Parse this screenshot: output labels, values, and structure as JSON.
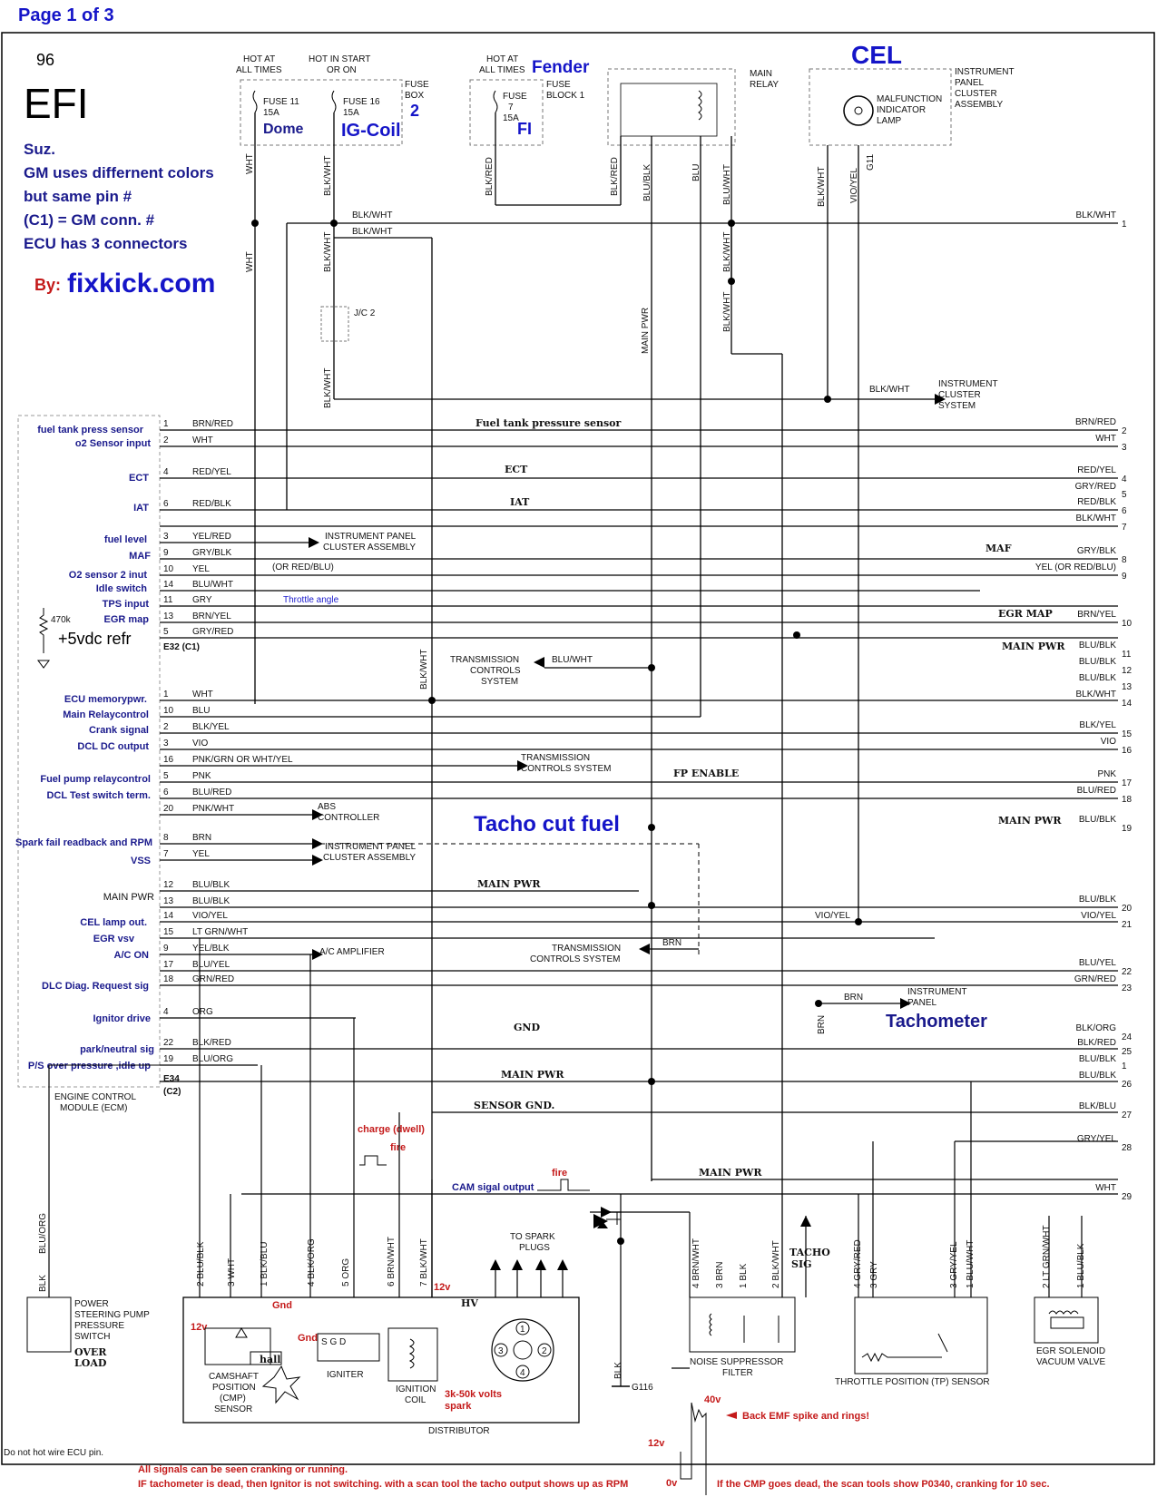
{
  "page_label": "Page 1 of 3",
  "header": {
    "year": "96",
    "title": "EFI",
    "notes": [
      "Suz.",
      "GM uses differnent colors",
      "but same pin #",
      "(C1) = GM conn. #",
      "ECU has 3 connectors"
    ],
    "byline": "By:",
    "site": "fixkick.com"
  },
  "top": {
    "hot_all": "HOT AT\nALL TIMES",
    "hot_start": "HOT IN START\nOR ON",
    "fuse11": "FUSE 11\n15A",
    "fuse16": "FUSE 16\n15A",
    "dome": "Dome",
    "igcoil": "IG-Coil",
    "fusebox": "FUSE\nBOX",
    "fusebox_num": "2",
    "hot_all2": "HOT AT\nALL TIMES",
    "fender": "Fender",
    "fuse7": "FUSE\n7\n15A",
    "fuseblock": "FUSE\nBLOCK 1",
    "fi": "FI",
    "main_relay": "MAIN\nRELAY",
    "cel": "CEL",
    "ipc_assembly": "INSTRUMENT\nPANEL\nCLUSTER\nASSEMBLY",
    "mil": "MALFUNCTION\nINDICATOR\nLAMP"
  },
  "ecm_labels": [
    "fuel tank press sensor",
    "o2 Sensor input",
    "ECT",
    "IAT",
    "fuel level",
    "MAF",
    "O2 sensor 2 inut",
    "Idle switch",
    "TPS input",
    "EGR map",
    "ECU memorypwr.",
    "Main Relaycontrol",
    "Crank signal",
    "DCL  DC output",
    "Fuel pump relaycontrol",
    "DCL Test switch term.",
    "Spark fail readback and RPM",
    "VSS",
    "MAIN PWR",
    "CEL lamp out.",
    "EGR vsv",
    "A/C ON",
    "DLC Diag. Request sig",
    "Ignitor drive",
    "park/neutral sig",
    "P/S over pressure ,idle up"
  ],
  "ecm_misc": {
    "r470k": "470k",
    "vref": "+5vdc refr",
    "c1": "E32  (C1)",
    "c2": "E34\n(C2)",
    "ecm": "ENGINE CONTROL\nMODULE (ECM)"
  },
  "pins": [
    {
      "pin": "1",
      "wire": "BRN/RED"
    },
    {
      "pin": "2",
      "wire": "WHT"
    },
    {
      "pin": "4",
      "wire": "RED/YEL"
    },
    {
      "pin": "6",
      "wire": "RED/BLK"
    },
    {
      "pin": "3",
      "wire": "YEL/RED"
    },
    {
      "pin": "9",
      "wire": "GRY/BLK"
    },
    {
      "pin": "10",
      "wire": "YEL"
    },
    {
      "pin": "14",
      "wire": "BLU/WHT"
    },
    {
      "pin": "11",
      "wire": "GRY"
    },
    {
      "pin": "13",
      "wire": "BRN/YEL"
    },
    {
      "pin": "5",
      "wire": "GRY/RED"
    },
    {
      "pin": "1",
      "wire": "WHT"
    },
    {
      "pin": "10",
      "wire": "BLU"
    },
    {
      "pin": "2",
      "wire": "BLK/YEL"
    },
    {
      "pin": "3",
      "wire": "VIO"
    },
    {
      "pin": "16",
      "wire": "PNK/GRN OR WHT/YEL"
    },
    {
      "pin": "5",
      "wire": "PNK"
    },
    {
      "pin": "6",
      "wire": "BLU/RED"
    },
    {
      "pin": "20",
      "wire": "PNK/WHT"
    },
    {
      "pin": "8",
      "wire": "BRN"
    },
    {
      "pin": "7",
      "wire": "YEL"
    },
    {
      "pin": "12",
      "wire": "BLU/BLK"
    },
    {
      "pin": "13",
      "wire": "BLU/BLK"
    },
    {
      "pin": "14",
      "wire": "VIO/YEL"
    },
    {
      "pin": "15",
      "wire": "LT GRN/WHT"
    },
    {
      "pin": "9",
      "wire": "YEL/BLK"
    },
    {
      "pin": "17",
      "wire": "BLU/YEL"
    },
    {
      "pin": "18",
      "wire": "GRN/RED"
    },
    {
      "pin": "4",
      "wire": "ORG"
    },
    {
      "pin": "22",
      "wire": "BLK/RED"
    },
    {
      "pin": "19",
      "wire": "BLU/ORG"
    }
  ],
  "right_wires": [
    {
      "wire": "BLK/WHT",
      "n": "1"
    },
    {
      "wire": "BRN/RED",
      "n": "2"
    },
    {
      "wire": "WHT",
      "n": "3"
    },
    {
      "wire": "RED/YEL",
      "n": "4"
    },
    {
      "wire": "GRY/RED",
      "n": "5"
    },
    {
      "wire": "RED/BLK",
      "n": "6"
    },
    {
      "wire": "BLK/WHT",
      "n": "7"
    },
    {
      "wire": "GRY/BLK",
      "n": "8"
    },
    {
      "wire": "YEL (OR RED/BLU)",
      "n": "9"
    },
    {
      "wire": "BRN/YEL",
      "n": "10"
    },
    {
      "wire": "BLU/BLK",
      "n": "11"
    },
    {
      "wire": "BLU/BLK",
      "n": "12"
    },
    {
      "wire": "BLU/BLK",
      "n": "13"
    },
    {
      "wire": "BLK/WHT",
      "n": "14"
    },
    {
      "wire": "BLK/YEL",
      "n": "15"
    },
    {
      "wire": "VIO",
      "n": "16"
    },
    {
      "wire": "PNK",
      "n": "17"
    },
    {
      "wire": "BLU/RED",
      "n": "18"
    },
    {
      "wire": "BLU/BLK",
      "n": "19"
    },
    {
      "wire": "BLU/BLK",
      "n": "20"
    },
    {
      "wire": "VIO/YEL",
      "n": "21"
    },
    {
      "wire": "BLU/YEL",
      "n": "22"
    },
    {
      "wire": "GRN/RED",
      "n": "23"
    },
    {
      "wire": "BLK/ORG",
      "n": "24"
    },
    {
      "wire": "BLK/RED",
      "n": "25"
    },
    {
      "wire": "BLU/BLK",
      "n": "1"
    },
    {
      "wire": "BLU/BLK",
      "n": "26"
    },
    {
      "wire": "BLK/BLU",
      "n": "27"
    },
    {
      "wire": "GRY/YEL",
      "n": "28"
    },
    {
      "wire": "WHT",
      "n": "29"
    }
  ],
  "mid_labels": {
    "ftps": "Fuel tank pressure sensor",
    "ect": "ECT",
    "iat": "IAT",
    "maf": "MAF",
    "egrmap": "EGR MAP",
    "mainpwr": "MAIN PWR",
    "fpenable": "FP ENABLE",
    "gnd": "GND",
    "sensorgnd": "SENSOR GND.",
    "ipc": "INSTRUMENT PANEL\nCLUSTER ASSEMBLY",
    "or_redblu": "(OR RED/BLU)",
    "throttle": "Throttle angle",
    "tcs": "TRANSMISSION\nCONTROLS\nSYSTEM",
    "tcs2": "TRANSMISSION\nCONTROLS SYSTEM",
    "abs": "ABS\nCONTROLLER",
    "tacho_cut": "Tacho cut fuel",
    "ac_amp": "A/C AMPLIFIER",
    "ip": "INSTRUMENT\nPANEL",
    "tachometer": "Tachometer",
    "ics": "INSTRUMENT\nCLUSTER\nSYSTEM",
    "jc2": "J/C 2",
    "brn": "BRN",
    "bluwht": "BLU/WHT",
    "vioyel": "VIO/YEL"
  },
  "bottom": {
    "charge": "charge (dwell)",
    "fire": "fire",
    "cam_output": "CAM sigal output",
    "fire2": "fire",
    "ps_switch": "POWER\nSTEERING PUMP\nPRESSURE\nSWITCH",
    "overload": "OVER\nLOAD",
    "cmp": "CAMSHAFT\nPOSITION\n(CMP)\nSENSOR",
    "hall": "hall",
    "igniter": "IGNITER",
    "ign_coil": "IGNITION\nCOIL",
    "spark_volts": "3k-50k volts\nspark",
    "distributor": "DISTRIBUTOR",
    "to_plugs": "TO SPARK\nPLUGS",
    "hv": "HV",
    "g116": "G116",
    "noise": "NOISE SUPPRESSOR\nFILTER",
    "tacho_sig": "TACHO\nSIG",
    "tps": "THROTTLE POSITION (TP) SENSOR",
    "egr": "EGR SOLENOID\nVACUUM VALVE",
    "v12": "12v",
    "v40": "40v",
    "v0": "0v",
    "back_emf": "Back EMF spike and rings!",
    "gnd_label": "Gnd"
  },
  "footer": {
    "hotwire": "Do not hot wire ECU pin.",
    "line1": "All signals can be seen cranking or running.",
    "line2": "IF tachometer is dead,  then Ignitor is not switching.  with a scan tool the tacho output shows up as RPM",
    "line3": "If the CMP goes dead, the scan tools show P0340, cranking for 10 sec."
  },
  "colors": {
    "label_blue": "#1a1a8c",
    "title_blue": "#1515c8",
    "note_red": "#c41a1a"
  }
}
